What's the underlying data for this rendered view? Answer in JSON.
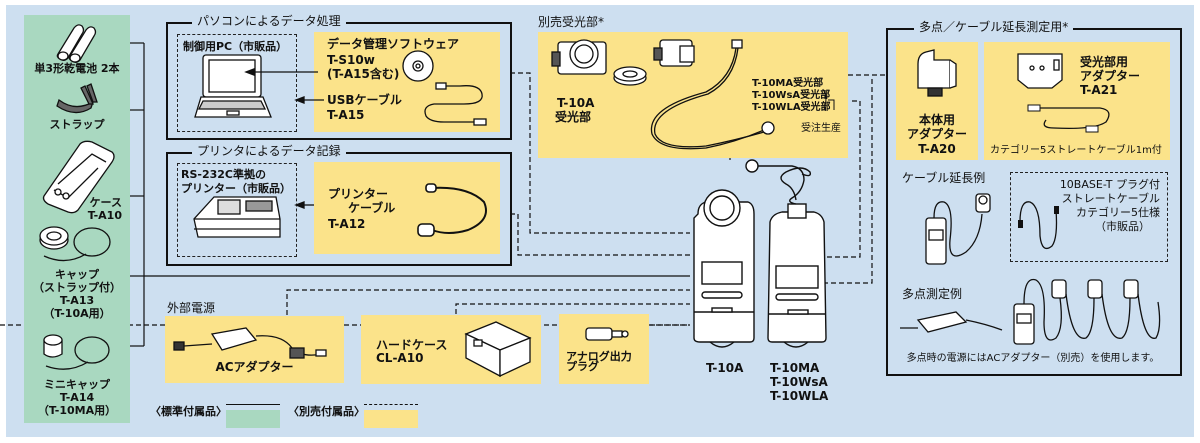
{
  "colors": {
    "background": "#cddff0",
    "standard_accessory": "#a9d8c0",
    "optional_accessory": "#fbe38a",
    "line": "#111111"
  },
  "standard_accessories": [
    {
      "label": "単3形乾電池 2本",
      "icon": "aa-batteries-icon"
    },
    {
      "label": "ストラップ",
      "icon": "strap-icon"
    },
    {
      "label": "ケース",
      "model": "T-A10",
      "icon": "case-icon"
    },
    {
      "label": "キャップ",
      "sub": "（ストラップ付）",
      "model": "T-A13",
      "note": "（T-10A用）",
      "icon": "cap-icon"
    },
    {
      "label": "ミニキャップ",
      "model": "T-A14",
      "note": "（T-10MA用）",
      "icon": "mini-cap-icon"
    }
  ],
  "pc_section": {
    "title": "パソコンによるデータ処理",
    "pc_label": "制御用PC（市販品）",
    "software_title": "データ管理ソフトウェア",
    "software_model": "T-S10w",
    "software_note": "(T-A15含む)",
    "usb_label": "USBケーブル",
    "usb_model": "T-A15"
  },
  "printer_section": {
    "title": "プリンタによるデータ記録",
    "printer_label_1": "RS-232C準拠の",
    "printer_label_2": "プリンター（市販品）",
    "cable_label_1": "プリンター",
    "cable_label_2": "ケーブル",
    "cable_model": "T-A12"
  },
  "receptor_section": {
    "title": "別売受光部*",
    "t10a_model": "T-10A",
    "t10a_label": "受光部",
    "receptors": [
      "T-10MA受光部",
      "T-10WsA受光部",
      "T-10WLA受光部"
    ],
    "order_note": "受注生産"
  },
  "multipoint_section": {
    "title": "多点／ケーブル延長測定用*",
    "body_adapter_1": "本体用",
    "body_adapter_2": "アダプター",
    "body_adapter_model": "T-A20",
    "receptor_adapter_1": "受光部用",
    "receptor_adapter_2": "アダプター",
    "receptor_adapter_model": "T-A21",
    "cable_note": "カテゴリー5ストレートケーブル1m付",
    "extension_example": "ケーブル延長例",
    "lan_cable": [
      "10BASE-T プラグ付",
      "ストレートケーブル",
      "カテゴリー5仕様",
      "（市販品）"
    ],
    "multipoint_example": "多点測定例",
    "power_note": "多点時の電源にはACアダプター（別売）を使用します。"
  },
  "power_section": {
    "title": "外部電源",
    "ac_adapter": "ACアダプター"
  },
  "hard_case": {
    "label": "ハードケース",
    "model": "CL-A10"
  },
  "analog_plug": {
    "label_1": "アナログ出力",
    "label_2": "プラグ"
  },
  "meters": {
    "t10a": "T-10A",
    "t10ma_models": [
      "T-10MA",
      "T-10WsA",
      "T-10WLA"
    ]
  },
  "legend": {
    "standard": "〈標準付属品〉",
    "optional": "〈別売付属品〉"
  }
}
